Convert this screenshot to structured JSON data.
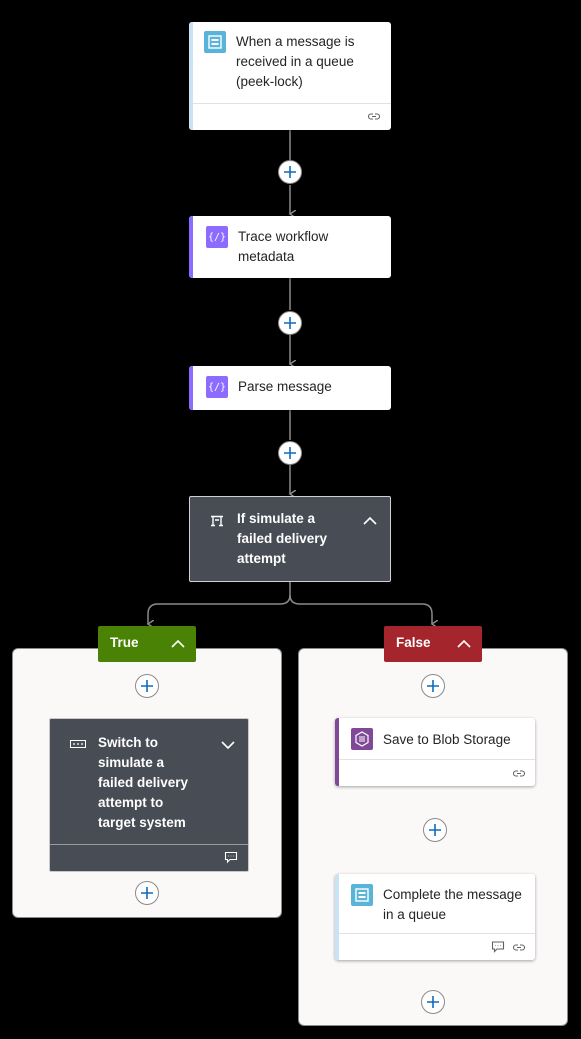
{
  "trigger": {
    "title": "When a message is received in a queue (peek-lock)",
    "icon": "service-bus-icon",
    "color": "#59b4d9"
  },
  "trace": {
    "title": "Trace workflow metadata",
    "icon": "compose-icon",
    "color": "#8c6cff"
  },
  "parse": {
    "title": "Parse message",
    "icon": "compose-icon",
    "color": "#8c6cff"
  },
  "condition": {
    "title": "If simulate a failed delivery attempt",
    "icon": "condition-icon"
  },
  "true_branch": {
    "label": "True",
    "color": "#498205",
    "switch": {
      "title": "Switch to simulate a failed delivery attempt to target system",
      "icon": "switch-icon"
    }
  },
  "false_branch": {
    "label": "False",
    "color": "#a4262c",
    "save_blob": {
      "title": "Save to Blob Storage",
      "icon": "blob-storage-icon",
      "color": "#804998"
    },
    "complete": {
      "title": "Complete the message in a queue",
      "icon": "service-bus-icon",
      "color": "#59b4d9"
    }
  },
  "colors": {
    "plus": "#0f6cbd",
    "canvas": "#000000"
  }
}
